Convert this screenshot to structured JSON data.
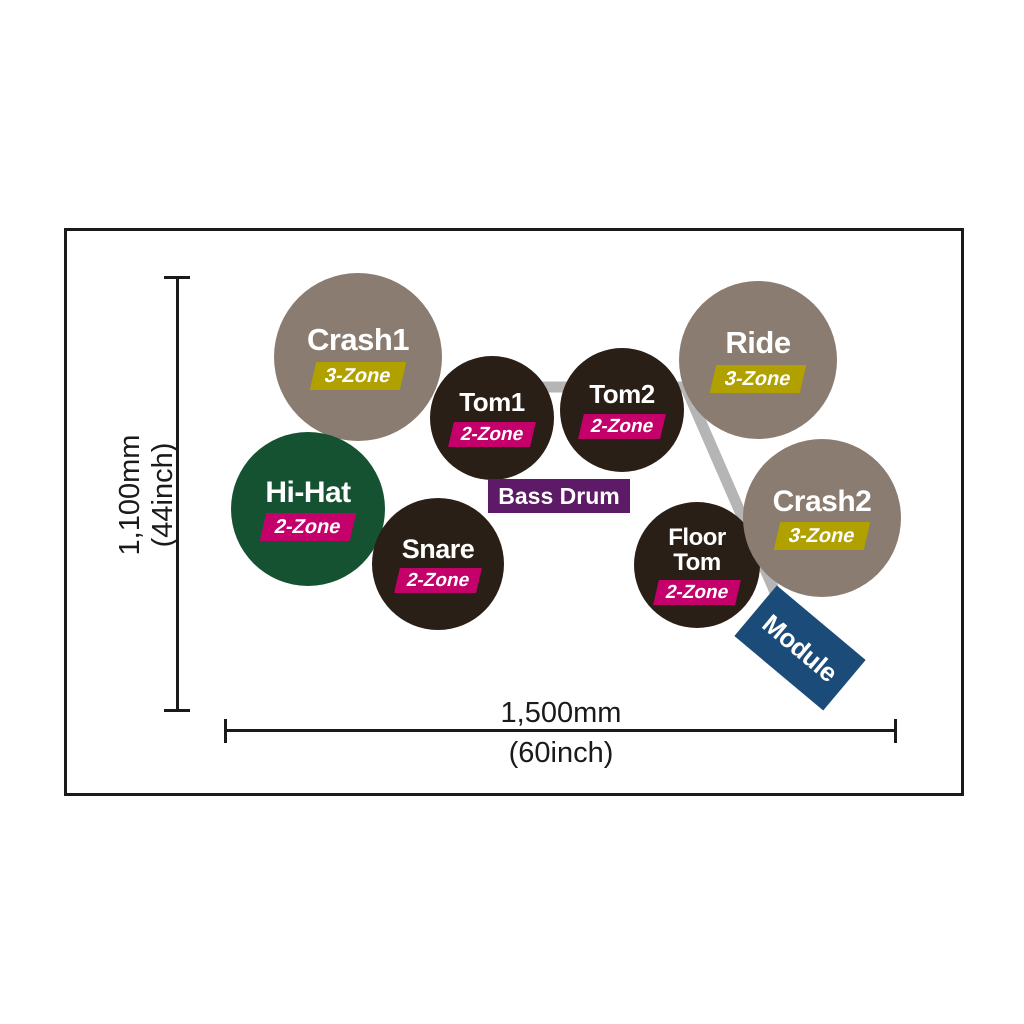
{
  "colors": {
    "background": "#ffffff",
    "border": "#1a1a1a",
    "rack_frame": "#b5b5b5",
    "cymbal_pad": "#8a7c70",
    "drum_pad": "#2a1f16",
    "hihat_pad": "#155231",
    "bass_drum": "#5d1a66",
    "module": "#1b4b78",
    "zone2_badge": "#c4006b",
    "zone3_badge": "#b1a100"
  },
  "dimensions": {
    "height": {
      "line1": "1,100mm",
      "line2": "(44inch)"
    },
    "width": {
      "line1": "1,500mm",
      "line2": "(60inch)"
    }
  },
  "pads": [
    {
      "name": "Crash1",
      "zone": "3-Zone",
      "color": "#8a7c70",
      "zone_color": "#b1a100"
    },
    {
      "name": "Tom1",
      "zone": "2-Zone",
      "color": "#2a1f16",
      "zone_color": "#c4006b"
    },
    {
      "name": "Tom2",
      "zone": "2-Zone",
      "color": "#2a1f16",
      "zone_color": "#c4006b"
    },
    {
      "name": "Ride",
      "zone": "3-Zone",
      "color": "#8a7c70",
      "zone_color": "#b1a100"
    },
    {
      "name": "Hi-Hat",
      "zone": "2-Zone",
      "color": "#155231",
      "zone_color": "#c4006b"
    },
    {
      "name": "Snare",
      "zone": "2-Zone",
      "color": "#2a1f16",
      "zone_color": "#c4006b"
    },
    {
      "name": "Floor Tom",
      "name_line1": "Floor",
      "name_line2": "Tom",
      "zone": "2-Zone",
      "color": "#2a1f16",
      "zone_color": "#c4006b"
    },
    {
      "name": "Crash2",
      "zone": "3-Zone",
      "color": "#8a7c70",
      "zone_color": "#b1a100"
    }
  ],
  "bass_drum": {
    "label": "Bass Drum",
    "color": "#5d1a66"
  },
  "module": {
    "label": "Module",
    "color": "#1b4b78"
  }
}
